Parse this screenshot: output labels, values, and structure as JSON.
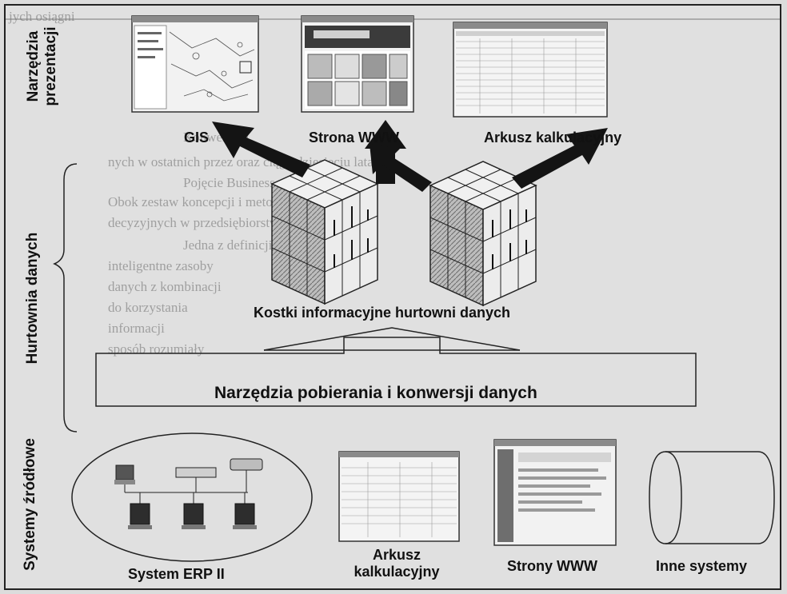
{
  "side_labels": {
    "presentation": [
      "Narzędzia",
      "prezentacji"
    ],
    "warehouse": "Hurtownia danych",
    "sources": "Systemy źródłowe"
  },
  "presentation_tools": [
    {
      "label": "GIS",
      "icon": "map-screenshot-icon"
    },
    {
      "label": "Strona WWW",
      "icon": "web-page-screenshot-icon"
    },
    {
      "label": "Arkusz kalkulacyjny",
      "icon": "spreadsheet-screenshot-icon"
    }
  ],
  "cubes_label": "Kostki informacyjne hurtowni danych",
  "etl_label": "Narzędzia pobierania i konwersji danych",
  "source_systems": [
    {
      "label": "System ERP II",
      "icon": "computer-network-icon"
    },
    {
      "label_lines": [
        "Arkusz",
        "kalkulacyjny"
      ],
      "icon": "spreadsheet-screenshot-icon"
    },
    {
      "label": "Strony WWW",
      "icon": "web-page-screenshot-icon"
    },
    {
      "label": "Inne systemy",
      "icon": "database-cylinder-icon"
    }
  ],
  "background_text": [
    "jych osiągni",
    "Konwersam",
    "nych w ostatnich przez oraz ciągu dziesięciu latach.",
    "Pojęcie Business",
    "Obok zestaw koncepcji i metod wspierających",
    "decyzyjnych w przedsiębiorstwie.",
    "Jedna z definicji hurtowni",
    "inteligentne zasoby",
    "danych z kombinacji",
    "do korzystania",
    "informacji",
    "sposób rozumiały"
  ],
  "colors": {
    "background": "#dcdcdc",
    "ink": "#111111",
    "arrow": "#141414"
  }
}
